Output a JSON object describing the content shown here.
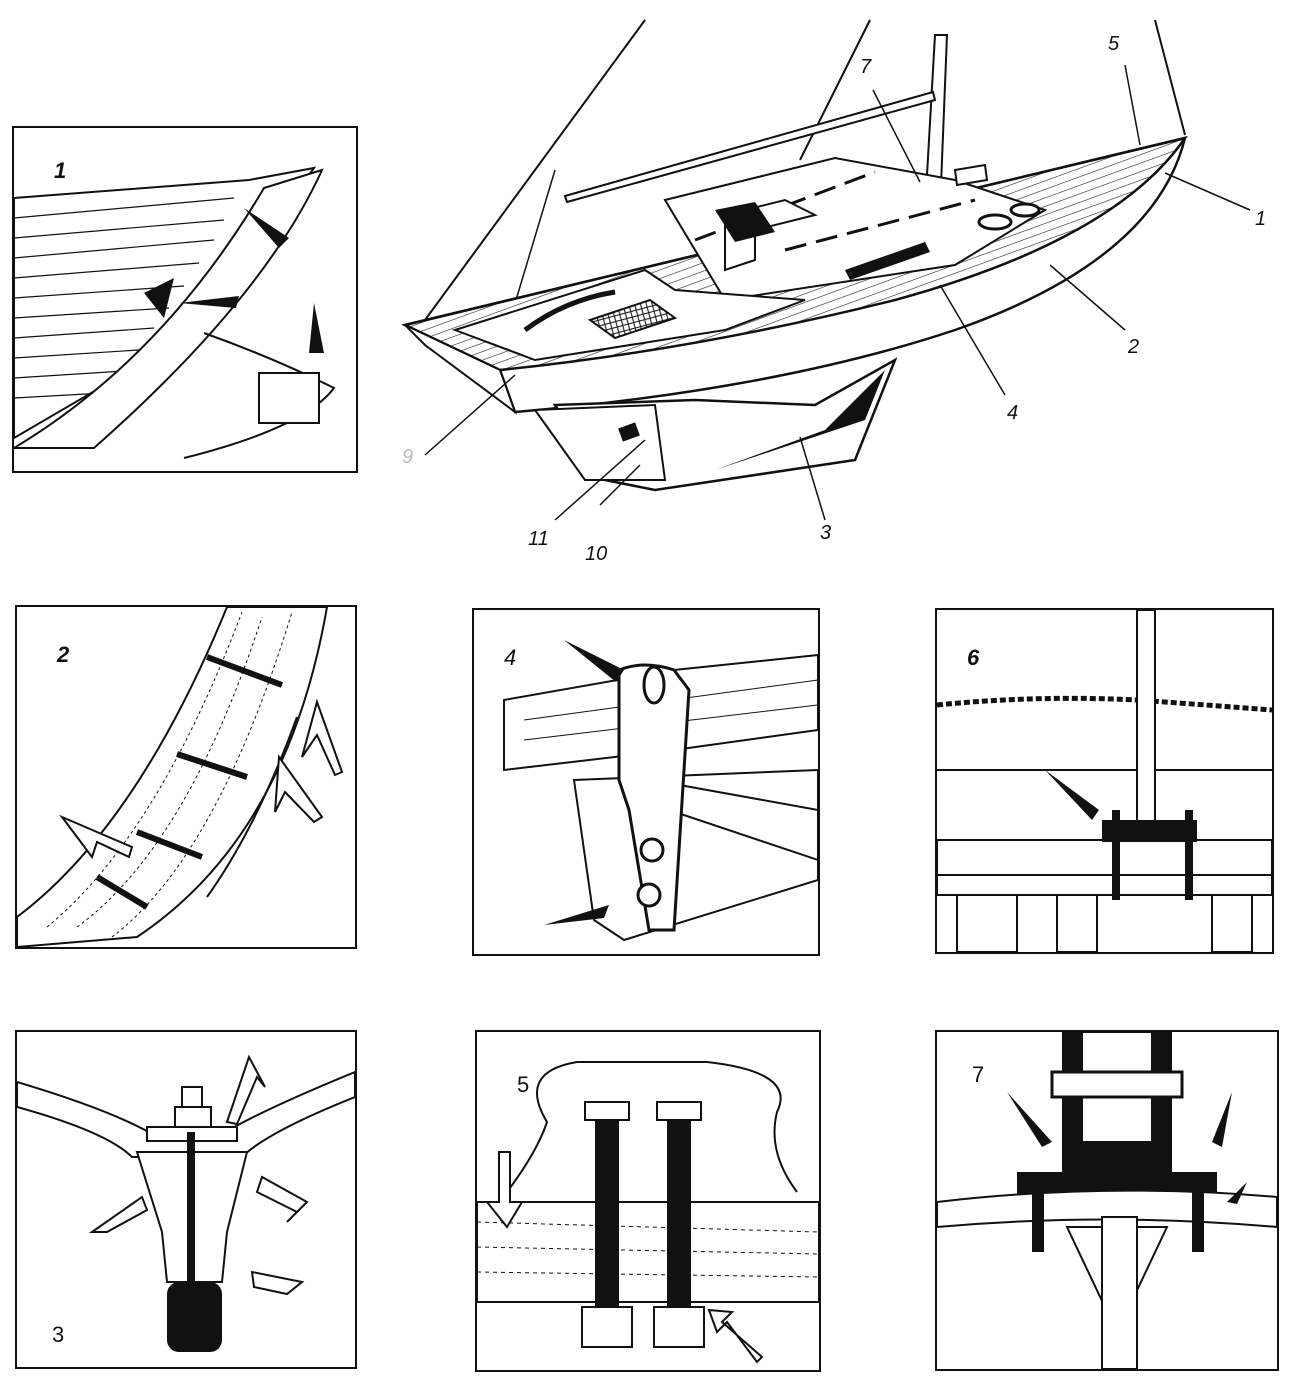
{
  "main_figure": {
    "callouts": [
      "1",
      "2",
      "3",
      "4",
      "5",
      "7",
      "10",
      "11",
      "9"
    ]
  },
  "detail_panels": [
    {
      "label": "1"
    },
    {
      "label": "2"
    },
    {
      "label": "3"
    },
    {
      "label": "4"
    },
    {
      "label": "5"
    },
    {
      "label": "6"
    },
    {
      "label": "7"
    }
  ]
}
